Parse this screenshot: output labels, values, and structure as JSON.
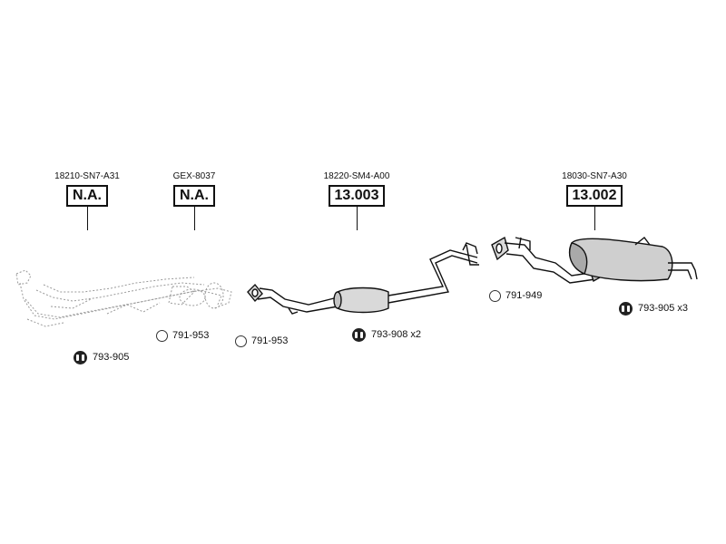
{
  "colors": {
    "ink": "#111111",
    "part_fill": "#d9d9d9",
    "ghost_stroke": "#9a9a9a"
  },
  "parts": [
    {
      "code": "18210-SN7-A31",
      "ref": "N.A.",
      "shown": false
    },
    {
      "code": "GEX-8037",
      "ref": "N.A.",
      "shown": true
    },
    {
      "code": "18220-SM4-A00",
      "ref": "13.003",
      "shown": true
    },
    {
      "code": "18030-SN7-A30",
      "ref": "13.002",
      "shown": true
    }
  ],
  "accessories": [
    {
      "type": "gasket-ring",
      "icon": "gasket-ring-icon",
      "label": "791-953"
    },
    {
      "type": "gasket-ring",
      "icon": "gasket-ring-icon",
      "label": "791-953"
    },
    {
      "type": "gasket-ring",
      "icon": "gasket-ring-icon",
      "label": "791-949"
    },
    {
      "type": "rubber-hanger",
      "icon": "rubber-hanger-icon",
      "label": "793-905"
    },
    {
      "type": "rubber-hanger",
      "icon": "rubber-hanger-icon",
      "label": "793-908 x2"
    },
    {
      "type": "rubber-hanger",
      "icon": "rubber-hanger-icon",
      "label": "793-905 x3"
    }
  ]
}
